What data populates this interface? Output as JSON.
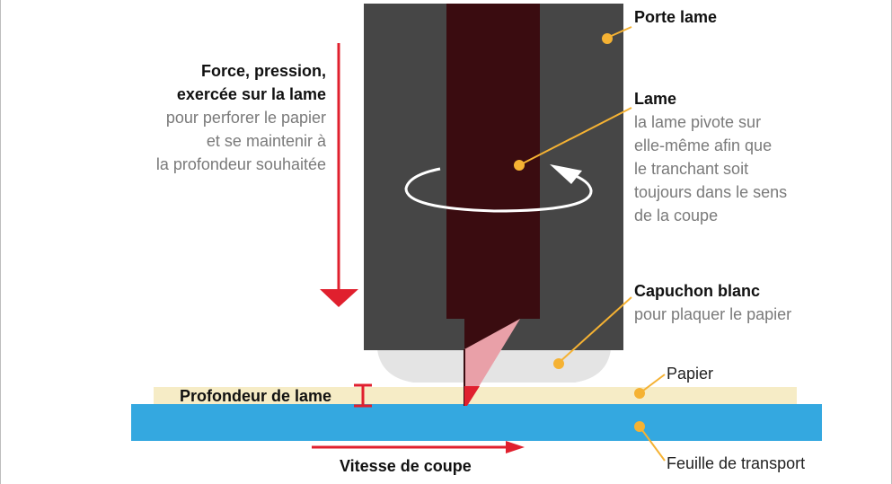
{
  "colors": {
    "holder": "#464646",
    "blade": "#3a0c10",
    "blade_tip": "#e9a0a8",
    "cap": "#e4e4e4",
    "paper": "#f6ecc6",
    "sheet": "#34a8e0",
    "accent_red": "#e0202e",
    "marker": "#f5b233",
    "leader": "#f5b233"
  },
  "labels": {
    "porte_lame": {
      "title": "Porte lame"
    },
    "lame": {
      "title": "Lame",
      "lines": [
        "la lame pivote sur",
        "elle-même afin que",
        "le tranchant soit",
        "toujours dans le sens",
        "de la coupe"
      ]
    },
    "capuchon": {
      "title": "Capuchon blanc",
      "lines": [
        "pour plaquer le papier"
      ]
    },
    "force": {
      "title_lines": [
        "Force, pression,",
        "exercée sur la lame"
      ],
      "lines": [
        "pour perforer le papier",
        "et se maintenir à",
        "la profondeur souhaitée"
      ]
    },
    "papier": "Papier",
    "feuille": "Feuille de transport",
    "profondeur": "Profondeur de lame",
    "vitesse": "Vitesse de coupe"
  }
}
